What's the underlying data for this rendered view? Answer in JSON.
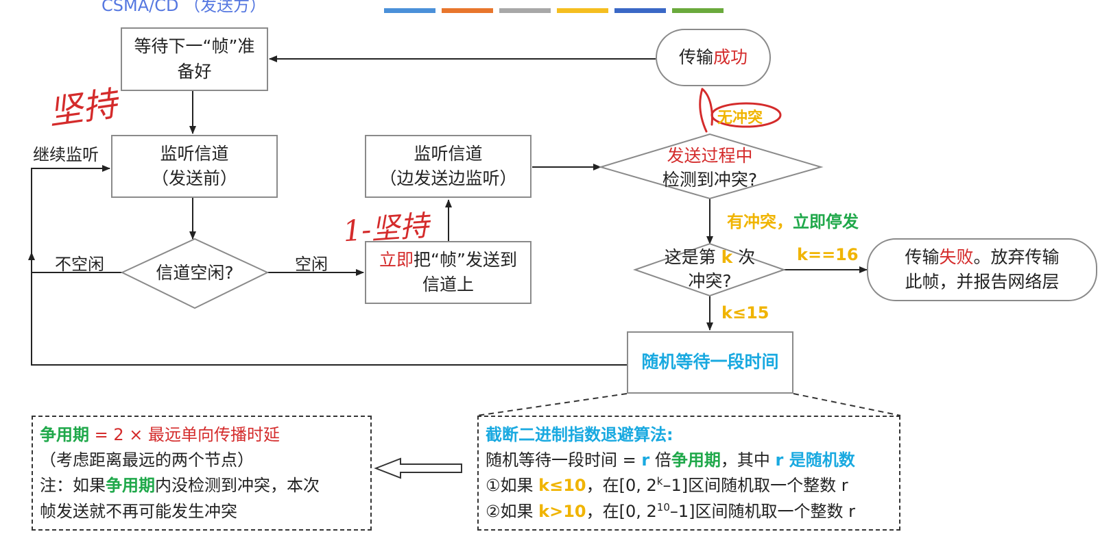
{
  "header": {
    "title": "CSMA/CD （发送方）",
    "color_strip": [
      "#4a90d9",
      "#e8762c",
      "#a8a8a8",
      "#f5be20",
      "#3a68c6",
      "#6aaa3c"
    ]
  },
  "nodes": {
    "wait_next_frame": "等待下一“帧”准备好",
    "listen_before_1": "监听信道",
    "listen_before_2": "（发送前）",
    "listen_during_1": "监听信道",
    "listen_during_2": "（边发送边监听）",
    "channel_idle_q": "信道空闲?",
    "send_now_a": "立即",
    "send_now_b": "把“帧”发送到",
    "send_now_c": "信道上",
    "success_a": "传输",
    "success_b": "成功",
    "collision_q_a": "发送过程中",
    "collision_q_b": "检测到冲突?",
    "kth_a": "这是第",
    "kth_k": "k",
    "kth_b": "次",
    "kth_c": "冲突?",
    "fail_a": "传输",
    "fail_b": "失败",
    "fail_c": "。放弃传输",
    "fail_d": "此帧，并报告网络层",
    "random_wait": "随机等待一段时间"
  },
  "edge_labels": {
    "continue_listen": "继续监听",
    "not_idle": "不空闲",
    "idle": "空闲",
    "no_collision": "无冲突",
    "has_collision_a": "有冲突，",
    "has_collision_b": "立即停发",
    "k16": "k==16",
    "k15": "k≤15"
  },
  "annotations": {
    "persist": "坚持",
    "one_persist": "1-坚持"
  },
  "note_left": {
    "l1_a": "争用期",
    "l1_b": " = 2 × 最远单向传播时延",
    "l2": "（考虑距离最远的两个节点）",
    "l3_a": "注：如果",
    "l3_b": "争用期",
    "l3_c": "内没检测到冲突，本次",
    "l4": "帧发送就不再可能发生冲突"
  },
  "note_right": {
    "title": "截断二进制指数退避算法:",
    "l2_a": "随机等待一段时间 = ",
    "l2_r": "r",
    "l2_b": " 倍",
    "l2_c": "争用期",
    "l2_d": "，其中 ",
    "l2_e": "r 是随机数",
    "l3_a": "①如果 ",
    "l3_k": "k≤10",
    "l3_b": "，在[0, 2",
    "l3_sup": "k",
    "l3_c": "–1]区间随机取一个整数 r",
    "l4_a": "②如果 ",
    "l4_k": "k>10",
    "l4_b": "，在[0, 2",
    "l4_sup": "10",
    "l4_c": "–1]区间随机取一个整数 r"
  }
}
